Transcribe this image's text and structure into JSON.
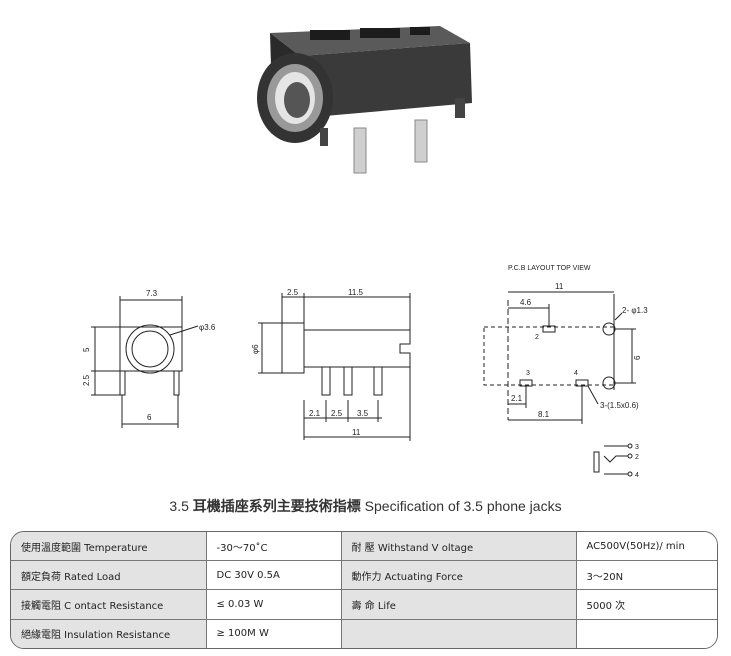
{
  "drawings": {
    "front_view": {
      "width": "7.3",
      "hole_dia": "φ3.6",
      "height_upper": "5",
      "height_lower": "2.5",
      "pin_pitch": "6"
    },
    "side_view": {
      "lead": "2.5",
      "length": "11.5",
      "diameter": "φ6",
      "pin_a": "2.1",
      "pin_b": "2.5",
      "pin_c": "3.5",
      "base": "11"
    },
    "pcb_layout": {
      "title": "P.C.B LAYOUT   TOP VIEW",
      "overall": "11",
      "offset": "4.6",
      "hole_note": "2- φ1.3",
      "height": "6",
      "pin_offset": "2.1",
      "pitch": "8.1",
      "slot_note": "3-(1.5x0.6)",
      "pad_1": "2",
      "pad_2": "3",
      "pad_3": "4"
    },
    "schematic": {
      "pin_a": "3",
      "pin_b": "2",
      "pin_c": "4"
    }
  },
  "spec": {
    "title_prefix": "3.5",
    "title_zh": "耳機插座系列主要技術指標",
    "title_en": "Specification of 3.5 phone jacks",
    "rows": [
      {
        "label1": "使用溫度範圍  Temperature",
        "value1": "-30～70˚C",
        "label2": "耐  壓   Withstand V oltage",
        "value2": "AC500V(50Hz)/ min"
      },
      {
        "label1": "額定負荷  Rated Load",
        "value1": "DC  30V  0.5A",
        "label2": "動作力  Actuating Force",
        "value2": "3～20N"
      },
      {
        "label1": "接觸電阻  C ontact Resistance",
        "value1": "≤ 0.03 W",
        "label2": "壽  命  Life",
        "value2": "5000  次"
      },
      {
        "label1": "絕緣電阻  Insulation Resistance",
        "value1": "≥ 100M W",
        "label2": "",
        "value2": ""
      }
    ]
  }
}
